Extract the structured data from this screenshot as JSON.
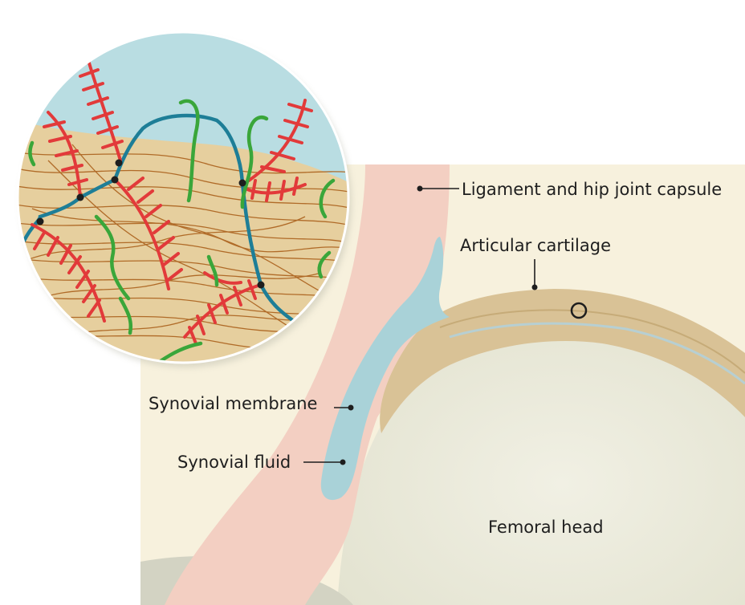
{
  "labels": {
    "ligament": "Ligament and hip joint capsule",
    "cartilage": "Articular cartilage",
    "membrane": "Synovial membrane",
    "fluid": "Synovial fluid",
    "femoral": "Femoral head"
  },
  "colors": {
    "background_panel": "#f7f1dd",
    "capsule": "#f3cfc2",
    "synovial_fluid": "#a9d2d8",
    "cartilage": "#d9c296",
    "femoral_head": "#ebead9",
    "inset_fluid": "#b9dde2",
    "inset_tissue": "#e6cf9e",
    "collagen_fibers": "#b06b28",
    "proteoglycans": "#e23a3a",
    "hyaluronan": "#1e7e97",
    "lubricin": "#3aa63a"
  }
}
